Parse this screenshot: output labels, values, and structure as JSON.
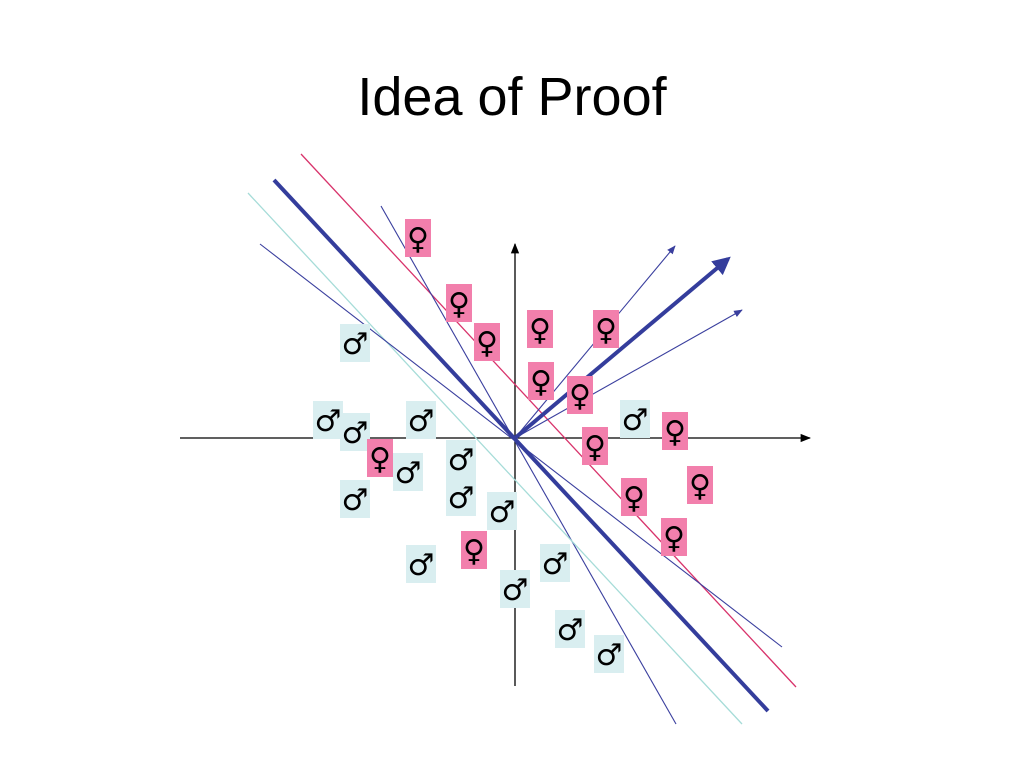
{
  "slide": {
    "title": "Idea of Proof"
  },
  "colors": {
    "female_box": "#f27fac",
    "male_box": "#d9eef0",
    "thick_line": "#343d9c",
    "thin_line": "#3a3f9e",
    "red_line": "#d8336b",
    "cyan_line": "#a6dcd8",
    "axis": "#000000"
  },
  "symbols": {
    "female": "♀",
    "male": "♂",
    "female_name": "female-symbol",
    "male_name": "male-symbol"
  }
}
